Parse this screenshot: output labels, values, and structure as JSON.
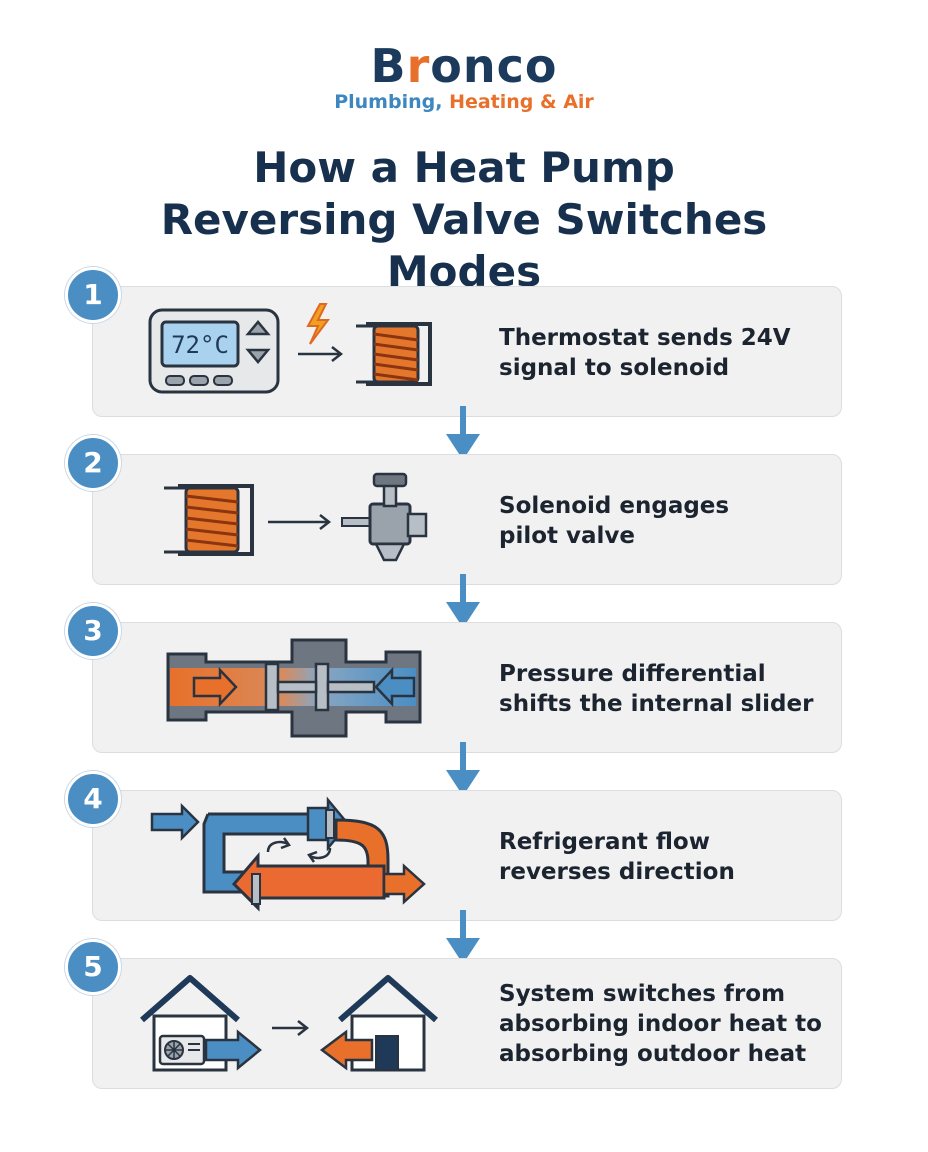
{
  "logo": {
    "brand_pre": "B",
    "brand_mid": "r",
    "brand_post": "onco",
    "tagline_part1": "Plumbing, ",
    "tagline_part2": "Heating & Air"
  },
  "title": "How a Heat Pump Reversing Valve Switches Modes",
  "thermostat_reading": "72°C",
  "steps": [
    {
      "number": "1",
      "text": "Thermostat sends 24V\nsignal to solenoid",
      "icon": "thermostat-to-solenoid"
    },
    {
      "number": "2",
      "text": "Solenoid engages\npilot valve",
      "icon": "solenoid-to-pilot-valve"
    },
    {
      "number": "3",
      "text": "Pressure differential\nshifts the internal slider",
      "icon": "reversing-valve-slider"
    },
    {
      "number": "4",
      "text": "Refrigerant flow\nreverses direction",
      "icon": "refrigerant-flow-loop"
    },
    {
      "number": "5",
      "text": "System switches from\nabsorbing indoor heat to\nabsorbing outdoor heat",
      "icon": "house-to-house"
    }
  ],
  "colors": {
    "accent_blue": "#4a8ec4",
    "accent_orange": "#e8702a",
    "navy": "#17304d",
    "card_bg": "#f1f1f2"
  }
}
